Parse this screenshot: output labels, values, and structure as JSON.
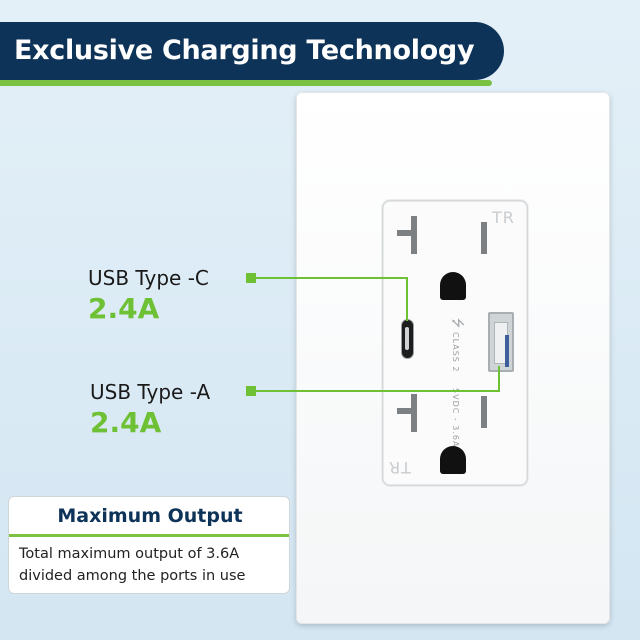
{
  "banner": {
    "title": "Exclusive Charging Technology",
    "background_color": "#0e3358",
    "accent_color": "#7bc143"
  },
  "outlet": {
    "tr_mark_top": "TR",
    "tr_mark_bottom": "TR",
    "class_text": "CLASS 2",
    "rating_text": "5VDC - 3.6A",
    "usb_symbol_icon": "usb-icon"
  },
  "callouts": [
    {
      "label": "USB Type -C",
      "value": "2.4A"
    },
    {
      "label": "USB Type -A",
      "value": "2.4A"
    }
  ],
  "info_box": {
    "title": "Maximum Output",
    "body": "Total maximum output of 3.6A divided among the ports in use"
  },
  "colors": {
    "green": "#6ec034",
    "navy": "#0e3358",
    "background": "#dcebf5"
  }
}
